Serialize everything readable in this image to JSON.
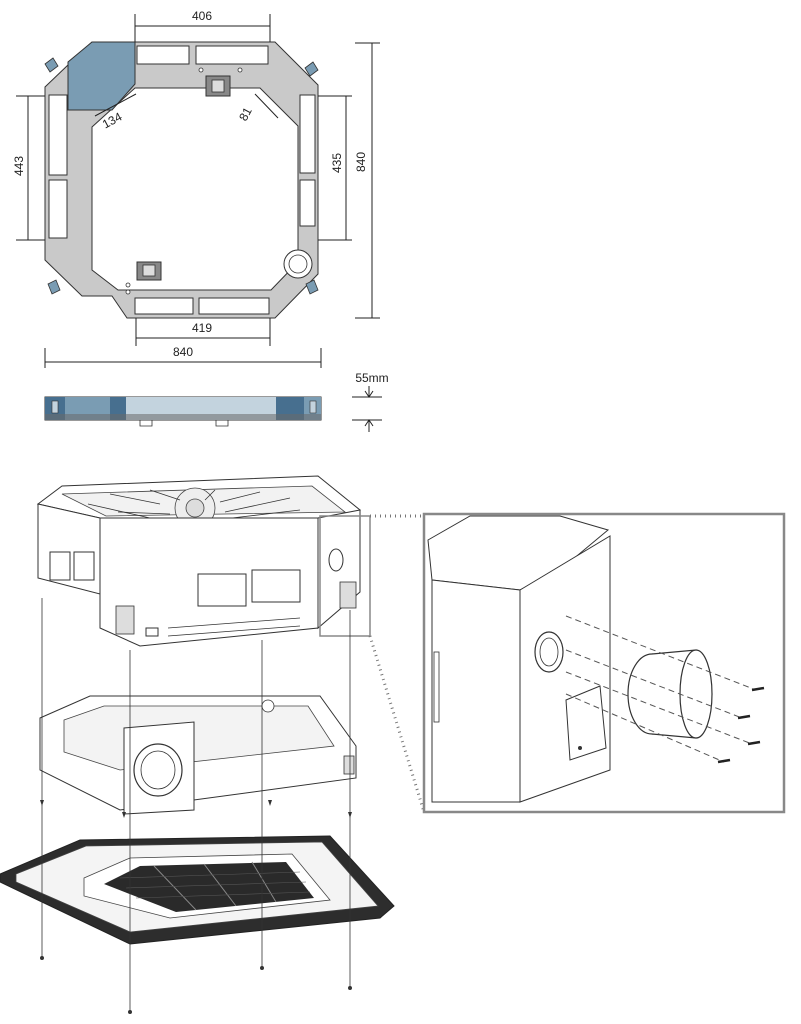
{
  "top_view": {
    "dims": {
      "top_width": "406",
      "bottom_width": "419",
      "left_height": "443",
      "right_height": "435",
      "overall_height": "840",
      "overall_width": "840",
      "corner_diag": "134",
      "small_diag": "81"
    },
    "colors": {
      "frame_gray": "#c9c9c9",
      "corner_blue": "#7a9cb3",
      "line": "#333333"
    }
  },
  "side_view": {
    "thickness_label": "55mm",
    "colors": {
      "dark_blue": "#476f8f",
      "mid_blue": "#7a9cb3",
      "light_blue": "#c3d3de",
      "pale_blue": "#dde6ed",
      "gray": "#6a6a6a"
    }
  }
}
